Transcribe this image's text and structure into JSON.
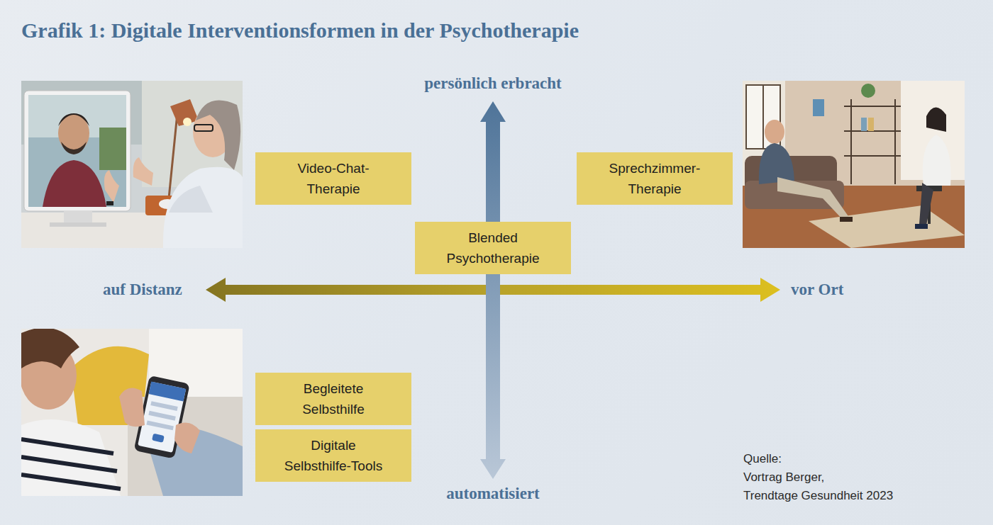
{
  "diagram": {
    "title": "Grafik 1: Digitale Interventionsformen in der Psychotherapie",
    "nodes": [
      {
        "text": [
          "Video-Chat- Therapie"
        ]
      },
      {
        "text": [
          "Sprechzimmer- Therapie"
        ]
      },
      {
        "text": [
          "Blended Psychotherapie"
        ]
      },
      {
        "text": [
          "Begleitete Selbsthilfe"
        ]
      },
      {
        "text": [
          "Digitale Selbsthilfe-Tools"
        ]
      }
    ],
    "edges": [],
    "labels": [
      "persönlich erbracht",
      "auf Distanz",
      "vor Ort",
      "automatisiert",
      "Quelle:",
      "Vortrag Berger,",
      "Trendtage Gesundheit 2023"
    ]
  }
}
